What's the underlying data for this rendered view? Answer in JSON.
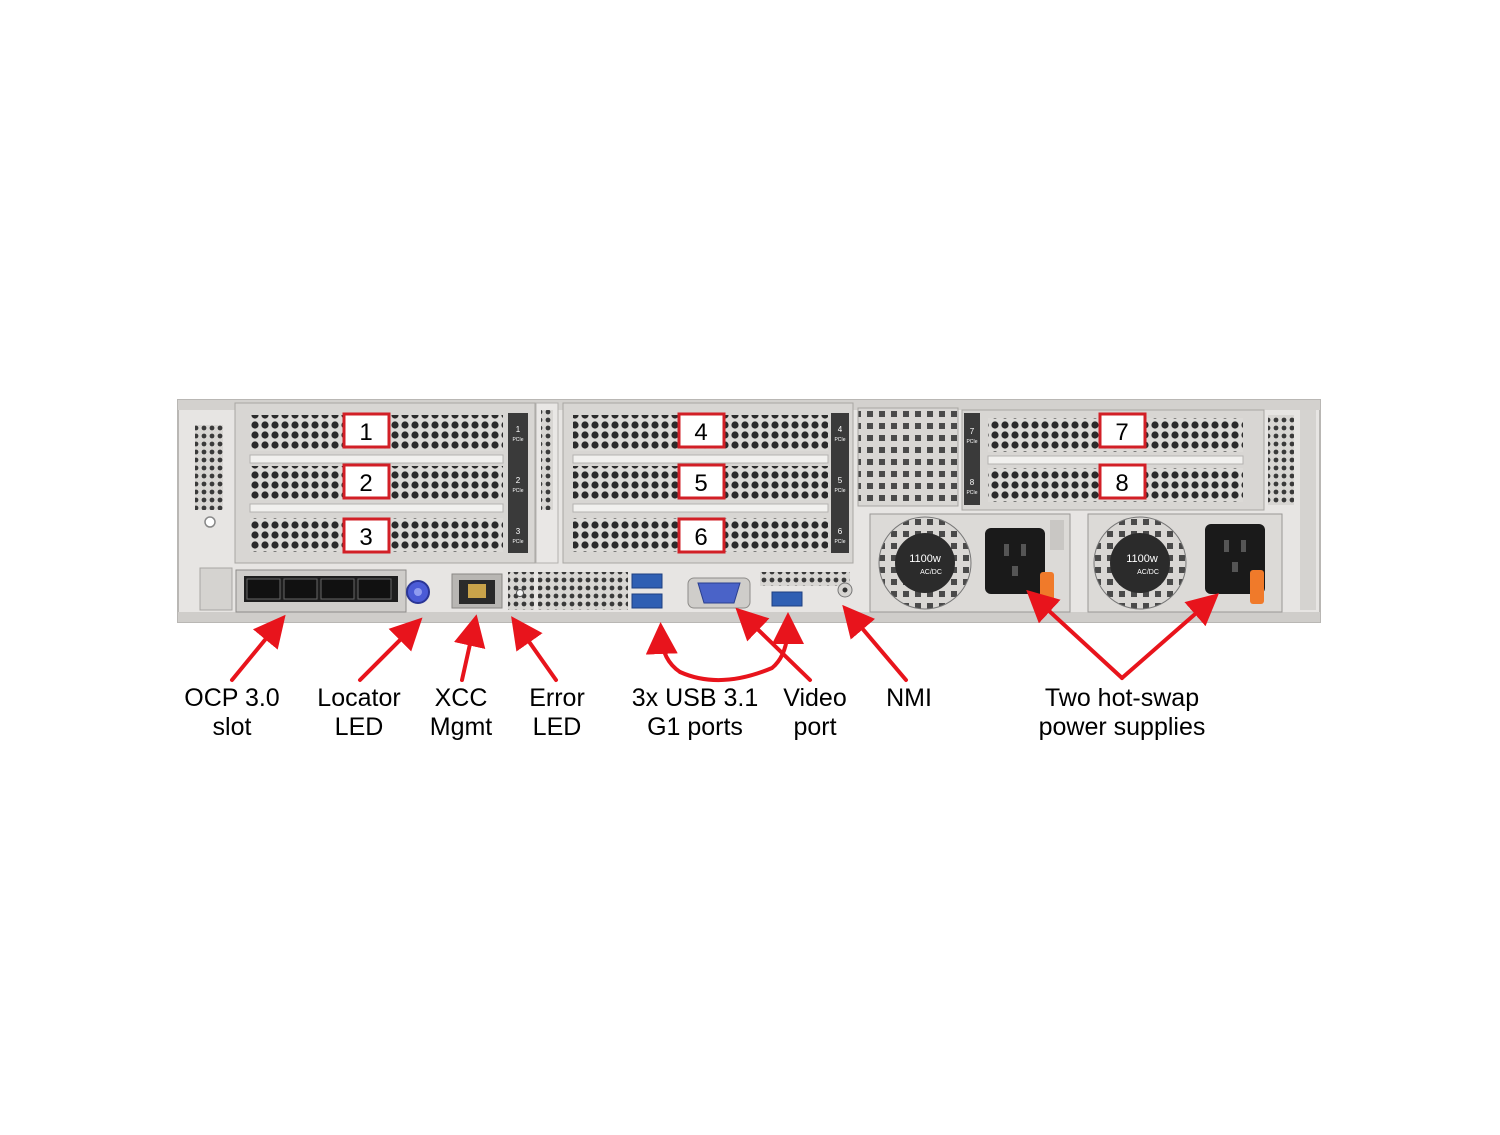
{
  "slot_numbers": [
    "1",
    "2",
    "3",
    "4",
    "5",
    "6",
    "7",
    "8"
  ],
  "slot_tag_small": [
    "1",
    "2",
    "3",
    "4",
    "5",
    "6",
    "7",
    "8"
  ],
  "slot_tag_pcie": "PCIe",
  "psu_rating": "1100w",
  "psu_type": "AC/DC",
  "callouts": {
    "ocp": [
      "OCP 3.0",
      "slot"
    ],
    "locator": [
      "Locator",
      "LED"
    ],
    "xcc": [
      "XCC",
      "Mgmt"
    ],
    "error": [
      "Error",
      "LED"
    ],
    "usb": [
      "3x USB 3.1",
      "G1 ports"
    ],
    "video": [
      "Video",
      "port"
    ],
    "nmi": [
      "NMI"
    ],
    "psu": [
      "Two hot-swap",
      "power supplies"
    ]
  },
  "colors": {
    "arrow": "#e8141c",
    "label_box": "#d21f26",
    "chassis": "#e6e4e2",
    "psu_latch": "#f07a2a",
    "port_blue": "#2f5fb3",
    "locator_led": "#4b5bd6"
  }
}
